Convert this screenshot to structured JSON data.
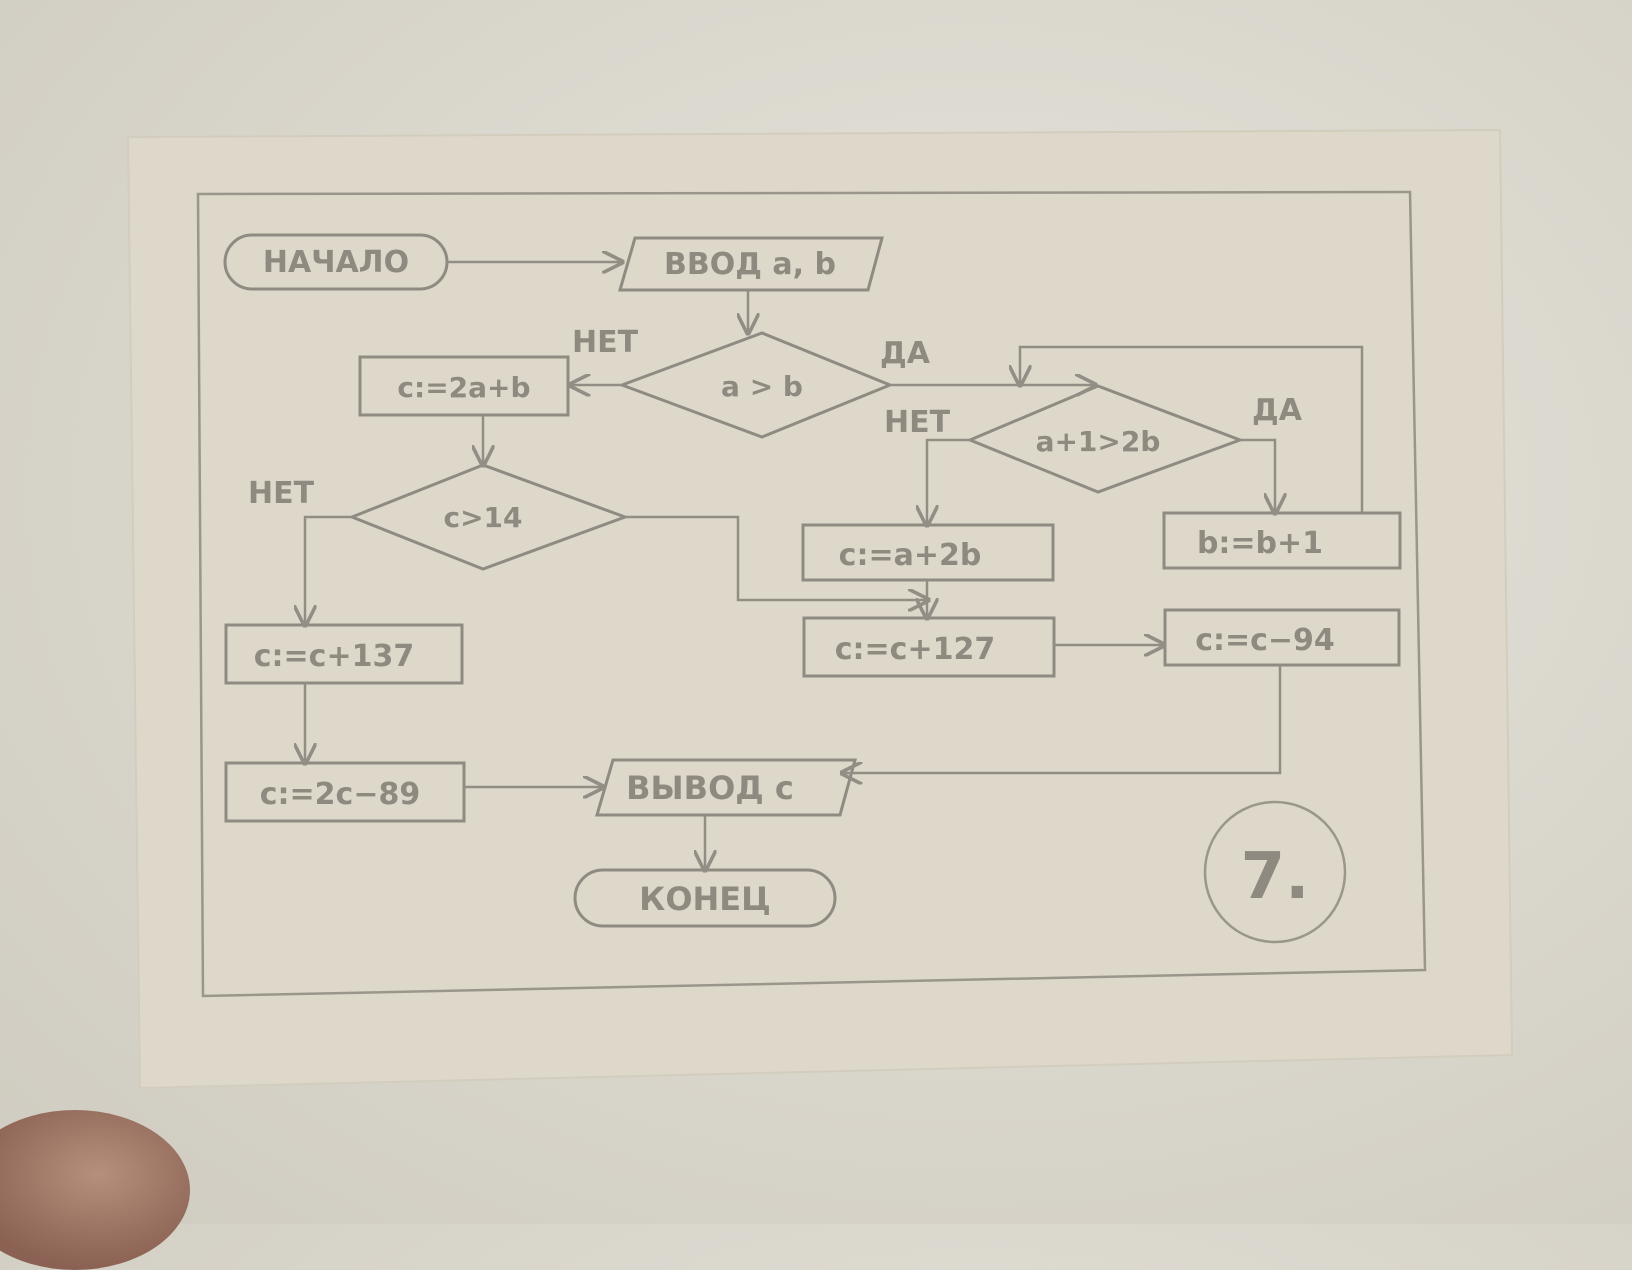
{
  "diagram": {
    "start": "НАЧАЛО",
    "input": "ВВОД a, b",
    "cond1": "a > b",
    "cond1_no": "НЕТ",
    "cond1_yes": "ДА",
    "assign1": "c:=2a+b",
    "cond2": "c>14",
    "cond2_no": "НЕТ",
    "cond3": "a+1>2b",
    "cond3_no": "НЕТ",
    "cond3_yes": "ДА",
    "assign_a2b": "c:=a+2b",
    "assign_b1": "b:=b+1",
    "assign_c137": "c:=c+137",
    "assign_c127": "c:=c+127",
    "assign_c94": "c:=c−94",
    "assign_2c89": "c:=2c−89",
    "output": "ВЫВОД c",
    "end": "КОНЕЦ",
    "card_number": "7."
  }
}
